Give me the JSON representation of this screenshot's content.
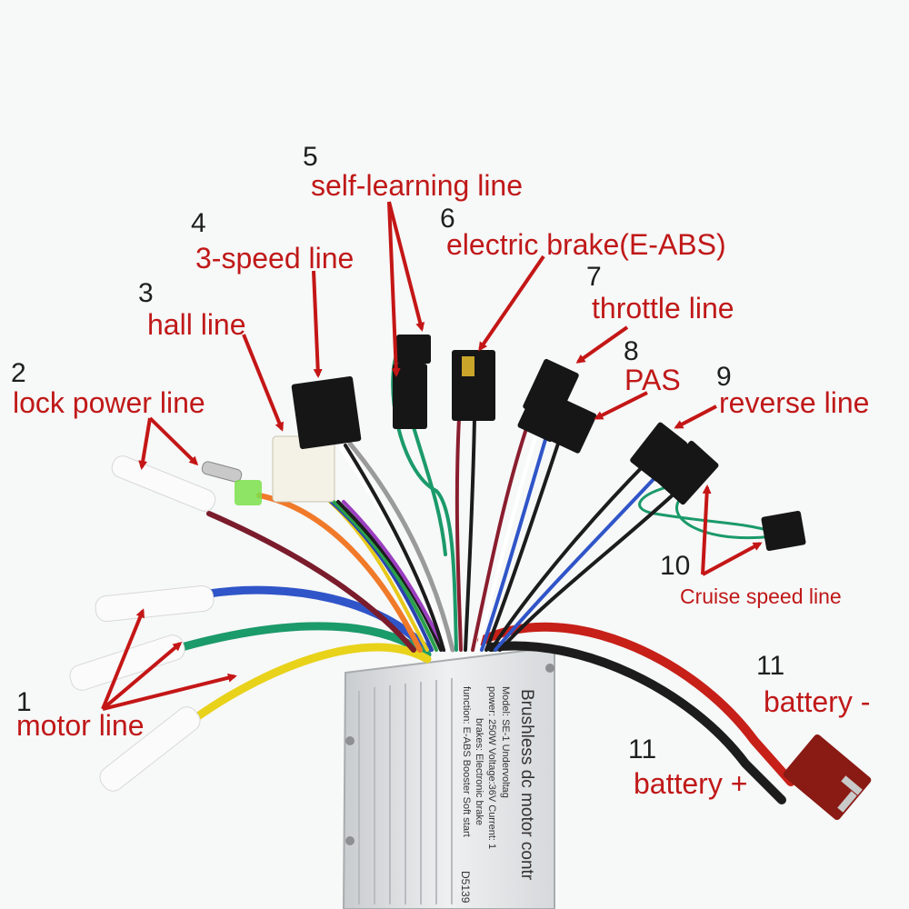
{
  "labels": {
    "motor": {
      "number": "1",
      "text": "motor line"
    },
    "lock_power": {
      "number": "2",
      "text": "lock power line"
    },
    "hall": {
      "number": "3",
      "text": "hall line"
    },
    "speed3": {
      "number": "4",
      "text": "3-speed line"
    },
    "self_learning": {
      "number": "5",
      "text": "self-learning line"
    },
    "electric_brake": {
      "number": "6",
      "text": "electric brake(E-ABS)"
    },
    "throttle": {
      "number": "7",
      "text": "throttle line"
    },
    "pas": {
      "number": "8",
      "text": "PAS"
    },
    "reverse": {
      "number": "9",
      "text": "reverse line"
    },
    "cruise": {
      "number": "10",
      "text": "Cruise speed line"
    },
    "battery_neg": {
      "number": "11",
      "text": "battery -"
    },
    "battery_pos": {
      "number": "11",
      "text": "battery +"
    }
  },
  "controller_sticker": {
    "title": "Brushless dc motor contr",
    "lines": [
      "Model: SE-1          Undervoltag",
      "power: 250W   Voltage:36V   Current: 1",
      "brakes: Electronic brake",
      "function: E-ABS  Booster  Soft start"
    ],
    "serial": "D5139"
  },
  "colors": {
    "label_red": "#c01818",
    "number_black": "#1e1e1e",
    "arrow_red": "#c41616"
  }
}
